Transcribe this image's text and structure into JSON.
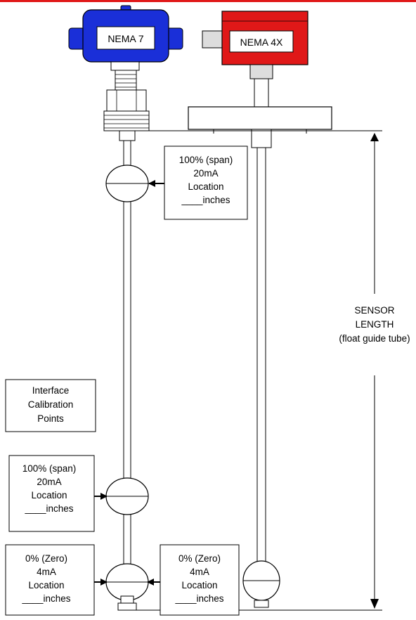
{
  "enclosures": {
    "left_label": "NEMA 7",
    "right_label": "NEMA 4X",
    "left_color": "#1a2fd8",
    "right_color": "#e01818"
  },
  "accent": {
    "top_rule_color": "#e01818"
  },
  "span_upper": {
    "line1": "100% (span)",
    "line2": "20mA",
    "line3": "Location",
    "line4": "____inches"
  },
  "interface_note": {
    "line1": "Interface",
    "line2": "Calibration",
    "line3": "Points"
  },
  "span_lower": {
    "line1": "100% (span)",
    "line2": "20mA",
    "line3": "Location",
    "line4": "____inches"
  },
  "zero_left": {
    "line1": "0% (Zero)",
    "line2": "4mA",
    "line3": "Location",
    "line4": "____inches"
  },
  "zero_right": {
    "line1": "0% (Zero)",
    "line2": "4mA",
    "line3": "Location",
    "line4": "____inches"
  },
  "sensor_length": {
    "line1": "SENSOR",
    "line2": "LENGTH",
    "line3": "(float guide tube)"
  }
}
